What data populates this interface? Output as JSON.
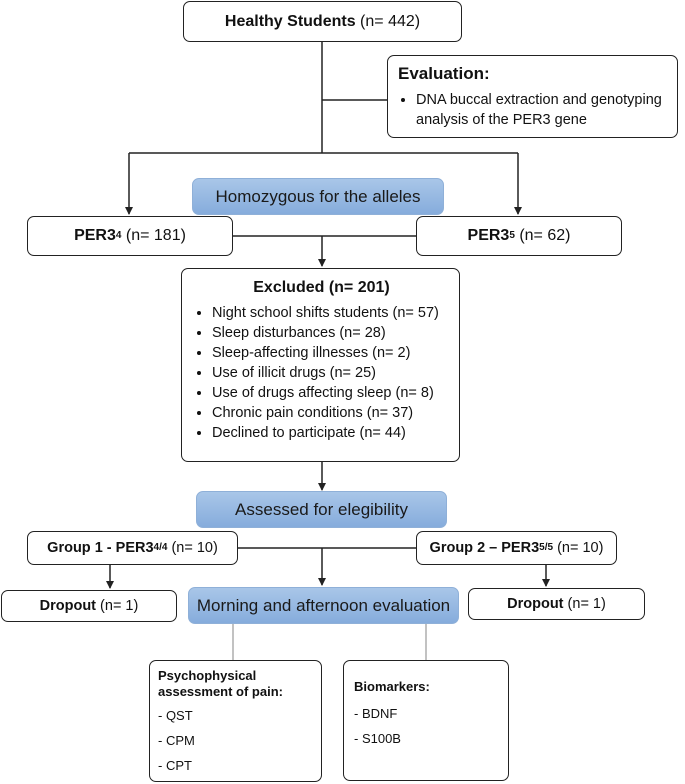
{
  "top": {
    "title": "Healthy Students",
    "n": "(n= 442)"
  },
  "evaluation": {
    "title": "Evaluation:",
    "item": "DNA buccal extraction and genotyping analysis of the PER3 gene"
  },
  "homozygous": {
    "label": "Homozygous for the alleles"
  },
  "per3_4": {
    "name": "PER3",
    "sup": "4",
    "n": "(n= 181)"
  },
  "per3_5": {
    "name": "PER3",
    "sup": "5",
    "n": "(n= 62)"
  },
  "excluded": {
    "title": "Excluded (n= 201)",
    "items": [
      "Night school shifts students (n= 57)",
      "Sleep disturbances (n= 28)",
      "Sleep-affecting illnesses (n= 2)",
      "Use of illicit drugs (n= 25)",
      "Use of drugs affecting sleep (n= 8)",
      "Chronic pain conditions (n= 37)",
      "Declined to participate (n= 44)"
    ]
  },
  "eligibility": {
    "label": "Assessed for elegibility"
  },
  "group1": {
    "name": "Group 1 - PER3",
    "sup": "4/4",
    "n": "(n= 10)"
  },
  "group2": {
    "name": "Group 2 – PER3",
    "sup": "5/5",
    "n": "(n= 10)"
  },
  "dropout_left": {
    "label": "Dropout",
    "n": "(n= 1)"
  },
  "dropout_right": {
    "label": "Dropout",
    "n": "(n= 1)"
  },
  "morning": {
    "label": "Morning and afternoon evaluation"
  },
  "psycho": {
    "title": "Psychophysical assessment of pain:",
    "items": [
      "- QST",
      "- CPM",
      "- CPT"
    ]
  },
  "biomarkers": {
    "title": "Biomarkers:",
    "items": [
      "- BDNF",
      "- S100B"
    ]
  },
  "colors": {
    "accent_fill": "#a9c6e8",
    "line": "#222222"
  }
}
